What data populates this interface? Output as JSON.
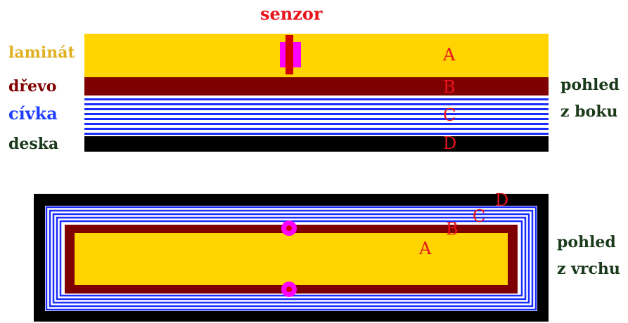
{
  "side_view": {
    "sensor_label": "senzor",
    "layers": [
      {
        "name": "laminát",
        "color": "#e0b020"
      },
      {
        "name": "dřevo",
        "color": "#800000"
      },
      {
        "name": "cívka",
        "color": "#1f3fff"
      },
      {
        "name": "deska",
        "color": "#1b3a1b"
      }
    ],
    "letters": [
      "A",
      "B",
      "C",
      "D"
    ],
    "caption_line1": "pohled",
    "caption_line2": "z boku"
  },
  "top_view": {
    "letters": [
      "A",
      "B",
      "C",
      "D"
    ],
    "caption_line1": "pohled",
    "caption_line2": "z vrchu"
  },
  "colors": {
    "laminate": "#ffd400",
    "wood": "#7f0000",
    "coil": "#1a2cff",
    "board": "#000000",
    "sensor": "#ff00ff",
    "sensor_core": "#d40000",
    "letter": "#e8141c"
  }
}
